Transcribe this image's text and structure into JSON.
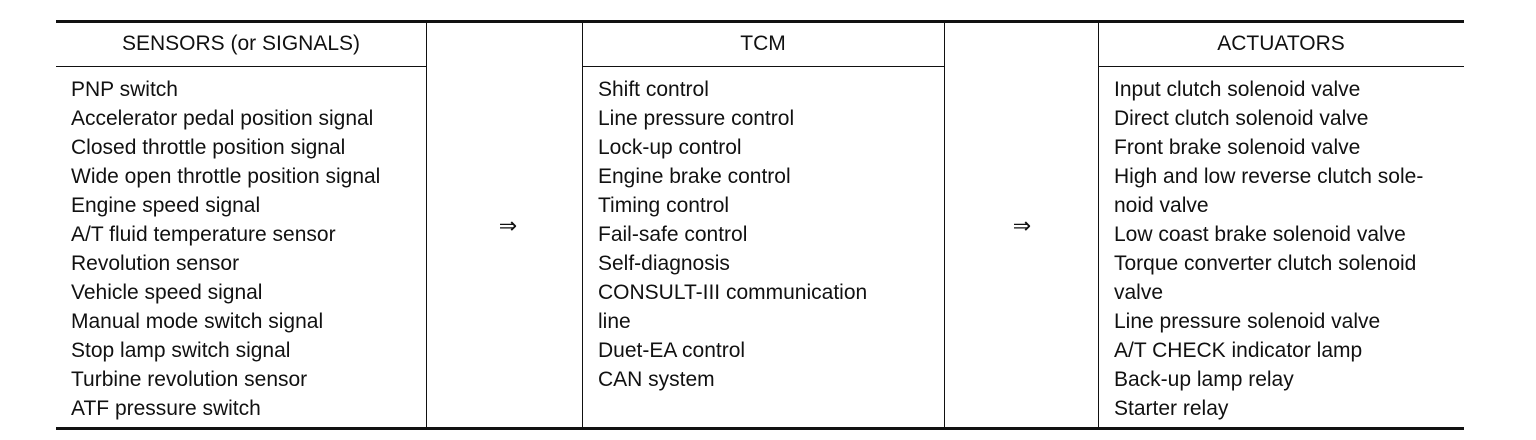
{
  "table": {
    "sensors_header": "SENSORS (or SIGNALS)",
    "tcm_header": "TCM",
    "actuators_header": "ACTUATORS",
    "arrow_1": "⇒",
    "arrow_2": "⇒",
    "sensors": [
      "PNP switch",
      "Accelerator pedal position signal",
      "Closed throttle position signal",
      "Wide open throttle position signal",
      "Engine speed signal",
      "A/T fluid temperature sensor",
      "Revolution sensor",
      "Vehicle speed signal",
      "Manual mode switch signal",
      "Stop lamp switch signal",
      "Turbine revolution sensor",
      "ATF pressure switch"
    ],
    "tcm": [
      "Shift control",
      "Line pressure control",
      "Lock-up control",
      "Engine brake control",
      "Timing control",
      "Fail-safe control",
      "Self-diagnosis",
      "CONSULT-III communication",
      "line",
      "Duet-EA control",
      "CAN system"
    ],
    "actuators": [
      "Input clutch solenoid valve",
      "Direct clutch solenoid valve",
      "Front brake solenoid valve",
      "High and low reverse clutch sole-",
      "noid valve",
      "Low coast brake solenoid valve",
      "Torque converter clutch solenoid",
      "valve",
      "Line pressure solenoid valve",
      "A/T CHECK indicator lamp",
      "Back-up lamp relay",
      "Starter relay"
    ]
  }
}
